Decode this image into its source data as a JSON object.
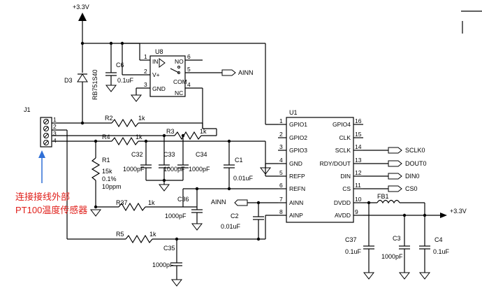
{
  "power": {
    "top_label": "+3.3V",
    "right_label": "+3.3V"
  },
  "switch": {
    "ref": "U8",
    "pins": {
      "in": "IN",
      "no": "NO",
      "vplus": "V+",
      "com": "COM",
      "gnd": "GND",
      "nc": "NC"
    },
    "pin_nums": [
      "1",
      "2",
      "3",
      "4",
      "5",
      "6"
    ]
  },
  "diode": {
    "ref": "D3",
    "part": "RB751S40"
  },
  "caps": {
    "c6": {
      "ref": "C6",
      "value": "0.1uF"
    },
    "c32": {
      "ref": "C32",
      "value": "1000pF"
    },
    "c33": {
      "ref": "C33",
      "value": "1000pF"
    },
    "c34": {
      "ref": "C34",
      "value": "1000pF"
    },
    "c1": {
      "ref": "C1",
      "value": "0.01uF"
    },
    "c36": {
      "ref": "C36",
      "value": "1000pF"
    },
    "c2": {
      "ref": "C2",
      "value": "0.01uF"
    },
    "c35": {
      "ref": "C35",
      "value": "1000pF"
    },
    "c37": {
      "ref": "C37",
      "value": "0.1uF"
    },
    "c3": {
      "ref": "C3",
      "value": "1000pF"
    },
    "c4": {
      "ref": "C4",
      "value": "0.1uF"
    }
  },
  "resistors": {
    "r2": {
      "ref": "R2",
      "value": "1k"
    },
    "r3": {
      "ref": "R3",
      "value": "1k"
    },
    "r4": {
      "ref": "R4",
      "value": "1k"
    },
    "r37": {
      "ref": "R37",
      "value": "1k"
    },
    "r5": {
      "ref": "R5",
      "value": "1k"
    },
    "r1": {
      "ref": "R1",
      "value": "15k",
      "tol": "0.1%",
      "tc": "10ppm"
    }
  },
  "ferrite": {
    "ref": "FB1"
  },
  "connector": {
    "ref": "J1",
    "pins": [
      "1",
      "2",
      "3",
      "4"
    ]
  },
  "ic": {
    "ref": "U1",
    "left_pins": [
      {
        "num": "1",
        "name": "GPIO1"
      },
      {
        "num": "2",
        "name": "GPIO2"
      },
      {
        "num": "3",
        "name": "GPIO3"
      },
      {
        "num": "4",
        "name": "GND"
      },
      {
        "num": "5",
        "name": "REFP"
      },
      {
        "num": "6",
        "name": "REFN"
      },
      {
        "num": "7",
        "name": "AINN"
      },
      {
        "num": "8",
        "name": "AINP"
      }
    ],
    "right_pins": [
      {
        "num": "16",
        "name": "GPIO4"
      },
      {
        "num": "15",
        "name": "CLK"
      },
      {
        "num": "14",
        "name": "SCLK"
      },
      {
        "num": "13",
        "name": "RDY/DOUT"
      },
      {
        "num": "12",
        "name": "DIN"
      },
      {
        "num": "11",
        "name": "CS"
      },
      {
        "num": "10",
        "name": "DVDD"
      },
      {
        "num": "9",
        "name": "AVDD"
      }
    ]
  },
  "nets": {
    "ainn_out": "AINN",
    "ainn_in": "AINN",
    "sclk": "SCLK0",
    "dout": "DOUT0",
    "din": "DIN0",
    "cs": "CS0"
  },
  "annotation": {
    "line1": "连接接线外部",
    "line2": "PT100温度传感器"
  }
}
